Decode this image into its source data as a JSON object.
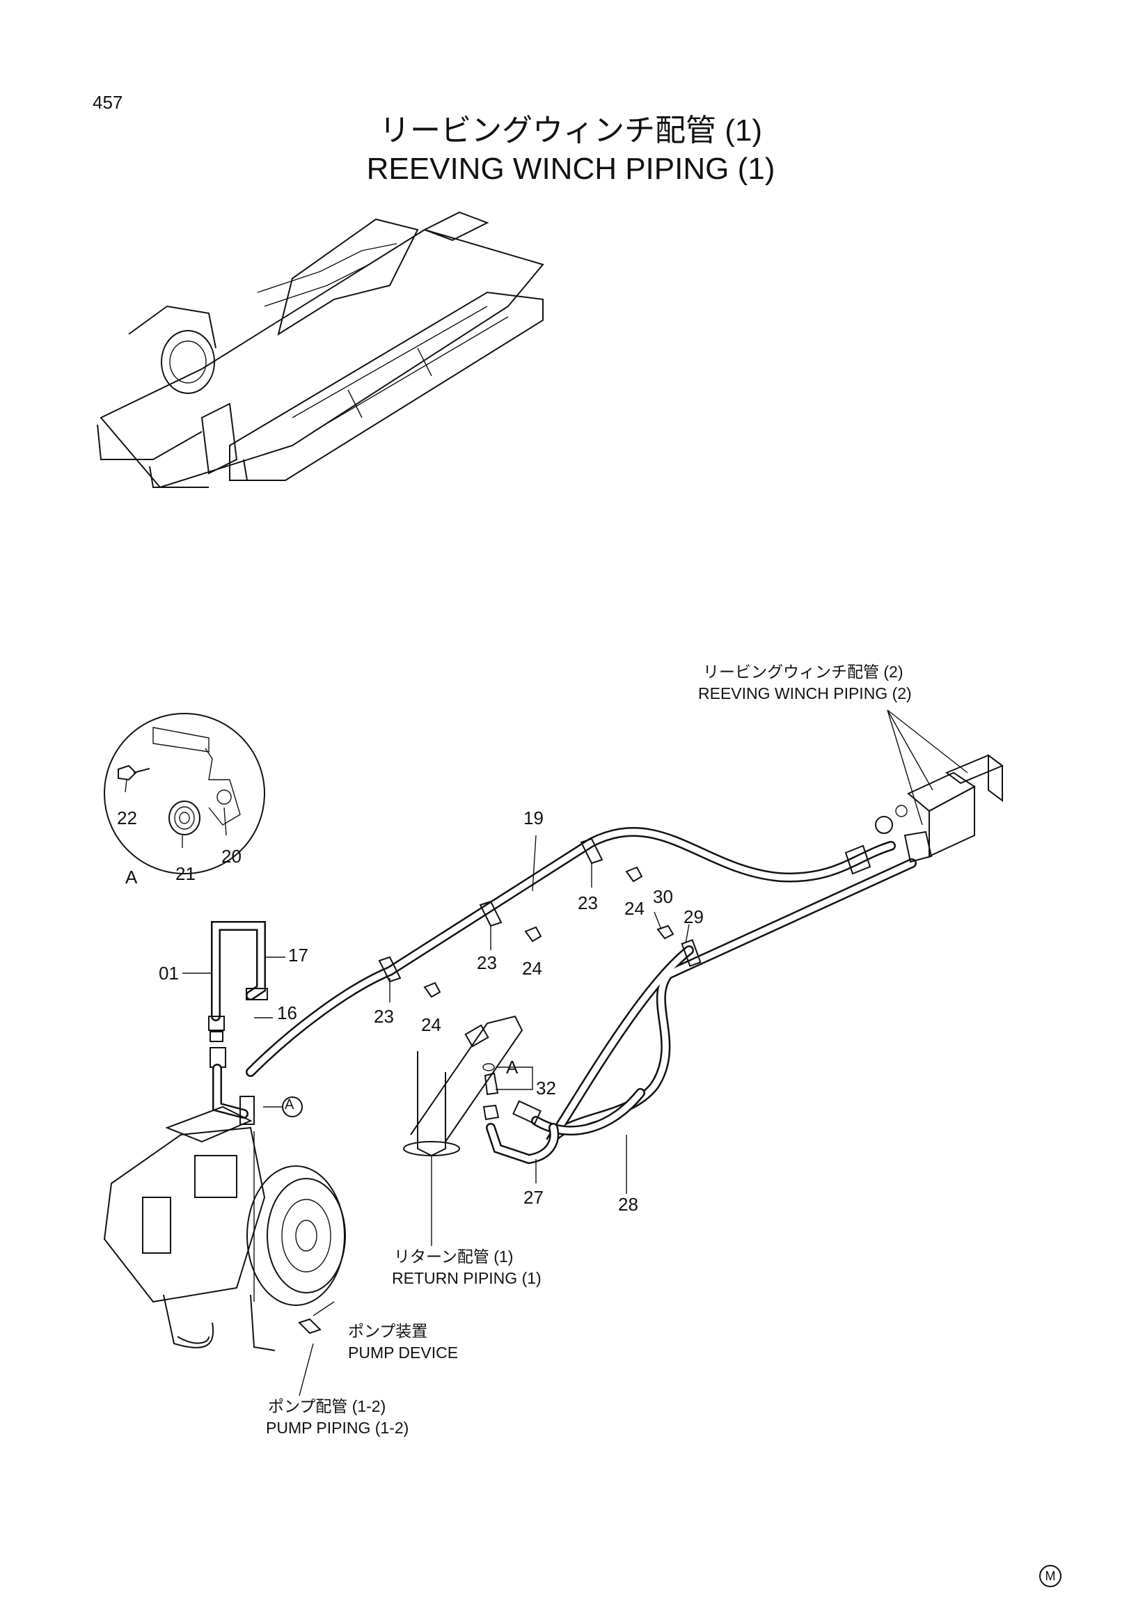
{
  "page": {
    "number": "457"
  },
  "title": {
    "ja": "リービングウィンチ配管 (1)",
    "en": "REEVING WINCH PIPING (1)"
  },
  "references": {
    "reeving_winch_2": {
      "ja": "リービングウィンチ配管 (2)",
      "en": "REEVING WINCH PIPING (2)"
    },
    "return_piping": {
      "ja": "リターン配管 (1)",
      "en": "RETURN PIPING (1)"
    },
    "pump_device": {
      "ja": "ポンプ装置",
      "en": "PUMP DEVICE"
    },
    "pump_piping": {
      "ja": "ポンプ配管 (1-2)",
      "en": "PUMP PIPING (1-2)"
    }
  },
  "detail": {
    "label": "A",
    "marker": "A"
  },
  "callouts": {
    "c01": "01",
    "c16": "16",
    "c17": "17",
    "c19": "19",
    "c20": "20",
    "c21": "21",
    "c22": "22",
    "c23a": "23",
    "c23b": "23",
    "c23c": "23",
    "c24a": "24",
    "c24b": "24",
    "c24c": "24",
    "c27": "27",
    "c28": "28",
    "c29": "29",
    "c30": "30",
    "c32": "32",
    "c32_ref": "A"
  },
  "footer": {
    "mark": "M"
  }
}
